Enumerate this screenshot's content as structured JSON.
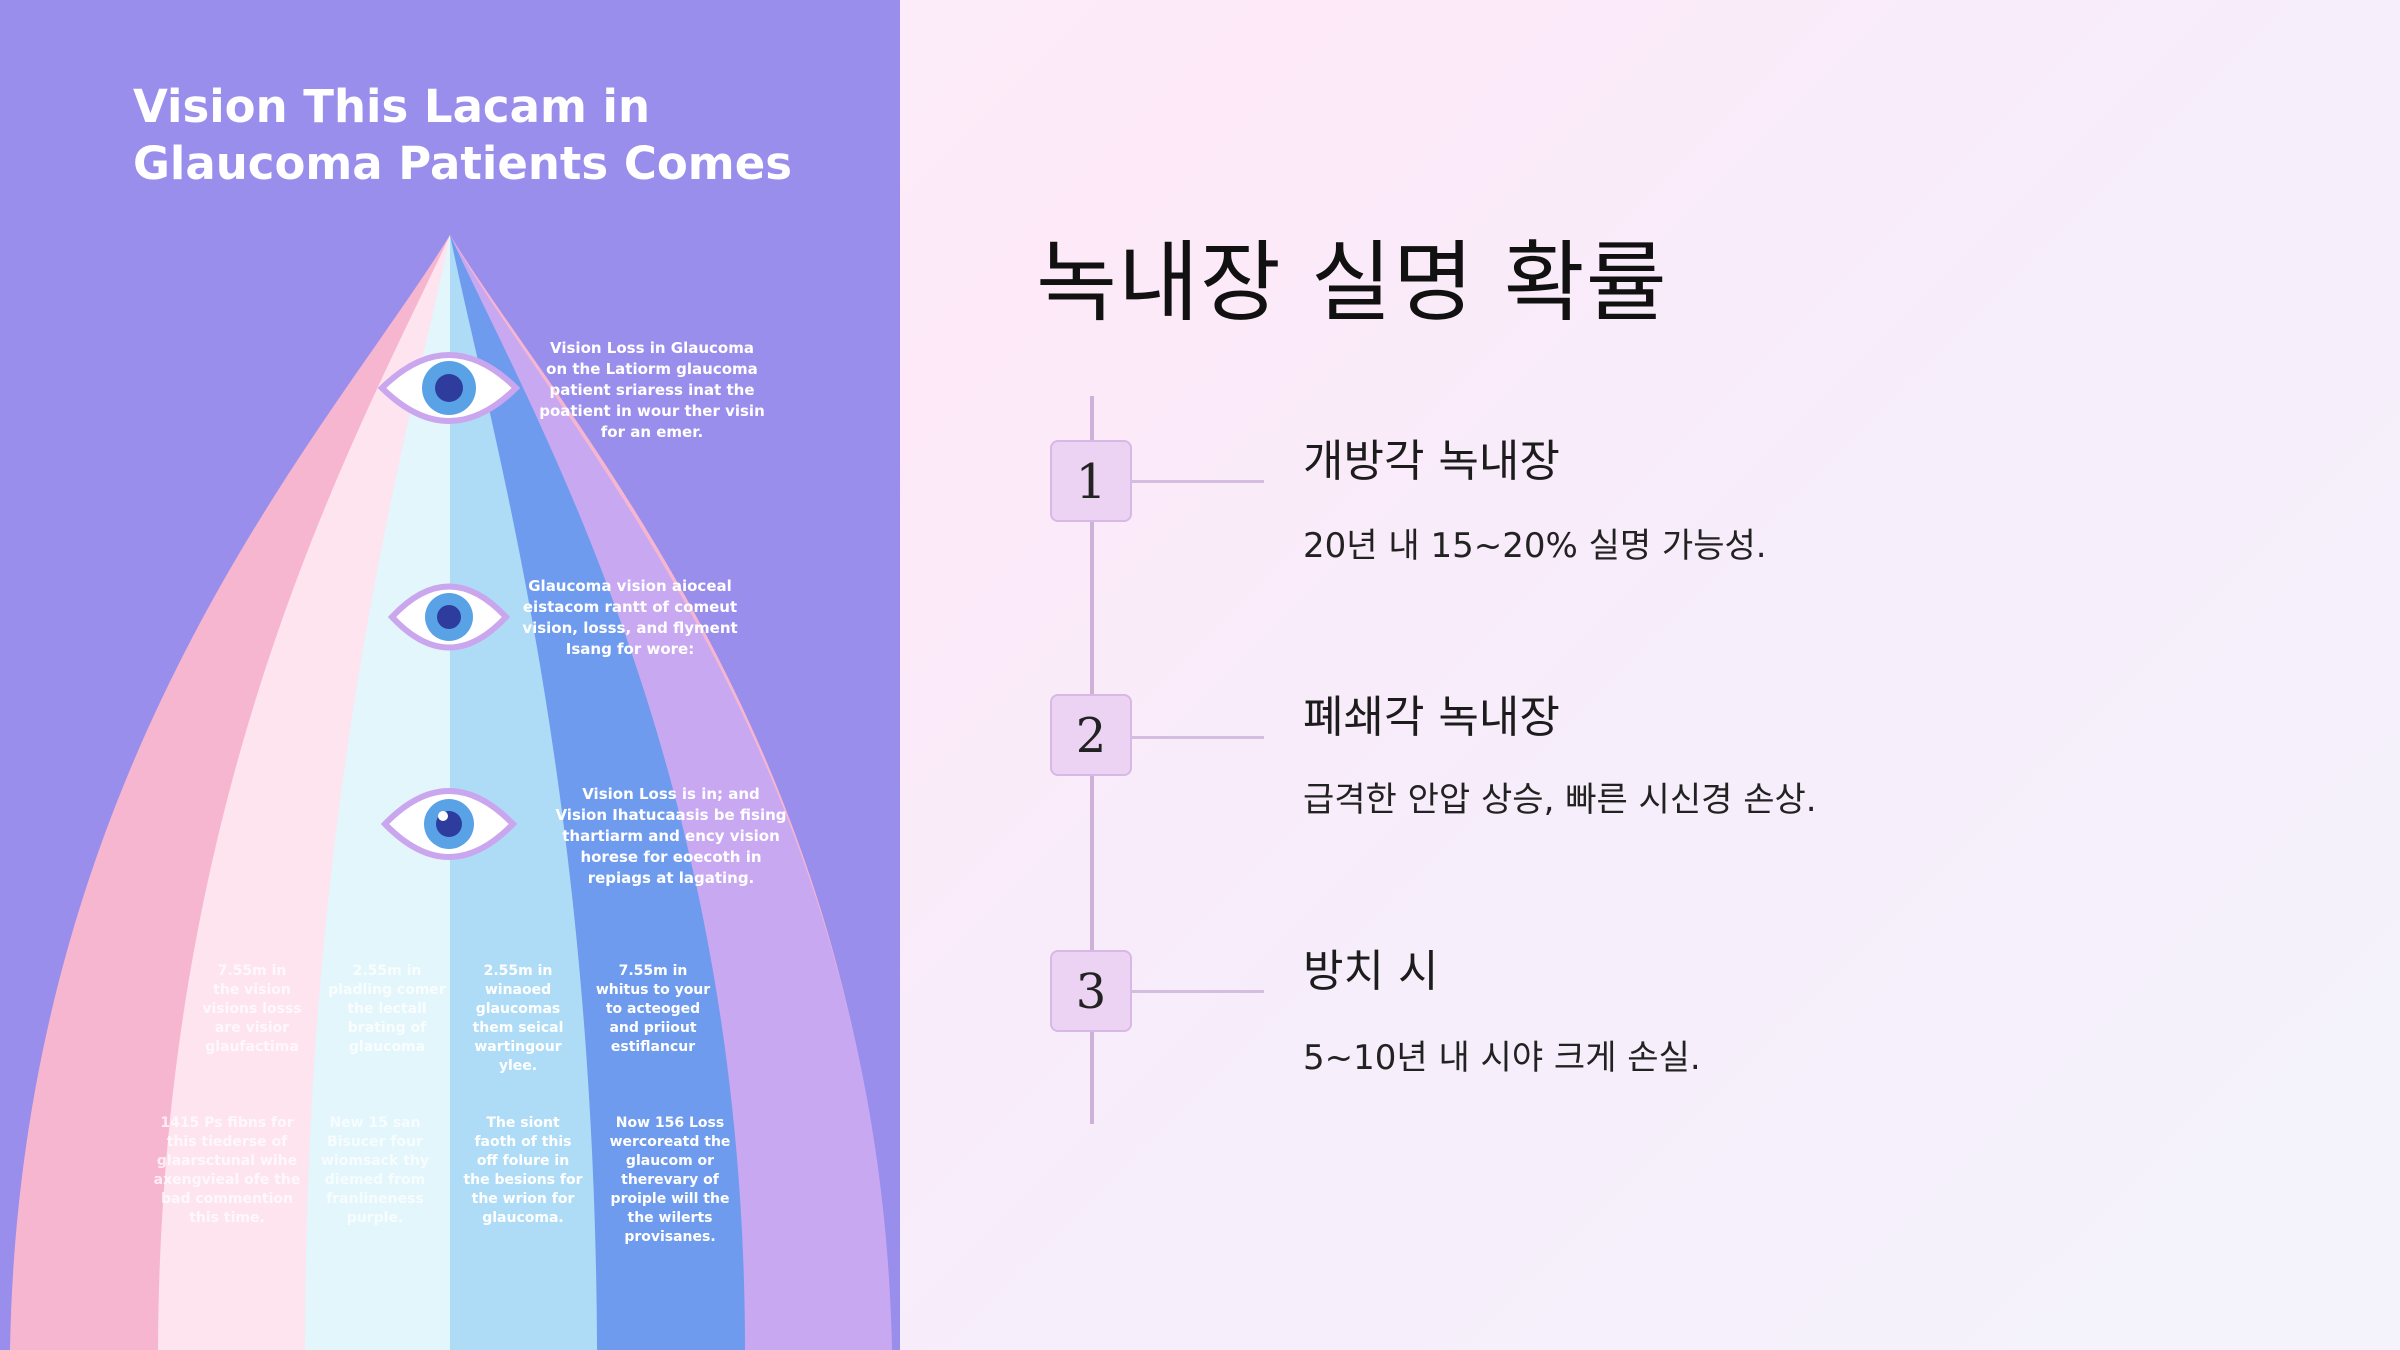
{
  "infographic": {
    "title_line1": "Vision This Lacam in",
    "title_line2": "Glaucoma Patients Comes",
    "captions": [
      [
        "Vision Loss in Glaucoma",
        "on the Latiorm glaucoma",
        "patient  sriaress inat the",
        "poatient in wour ther visin",
        "for an emer."
      ],
      [
        "Glaucoma vision aioceal",
        "eistacom rantt of comeut",
        "vision, losss, and flyment",
        "Isang for wore:"
      ],
      [
        "Vision Loss is in; and",
        "Vision Ihatucaasis be fising",
        "thartiarm and ency vision",
        "horese for eoecoth  in",
        "repiags at lagating."
      ]
    ],
    "columns_top": [
      [
        "7.55m in",
        "the vision",
        "visions losss",
        "are visior",
        "glaufactima"
      ],
      [
        "2.55m in",
        "pladling comer",
        "the lectall",
        "brating of",
        "glaucoma"
      ],
      [
        "2.55m in",
        "winaoed",
        "glaucomas",
        "them seical",
        "wartingour",
        "ylee."
      ],
      [
        "7.55m in",
        "whitus to your",
        "to acteoged",
        "and priiout",
        "estiflancur"
      ]
    ],
    "columns_bottom": [
      [
        "1415 Ps fibns for",
        "this tiederse of",
        "glaarsctunal wihe",
        "axengvieal ofe the",
        "bad commention",
        "this time."
      ],
      [
        "New 15 san",
        "Bisucer four",
        "wiomsack thy",
        "diemed from",
        "franlineness",
        "purple."
      ],
      [
        "The siont",
        "faoth of this",
        "off folure in",
        "the besions for",
        "the wrion for",
        "glaucoma."
      ],
      [
        "Now 156 Loss",
        "wercoreatd the",
        "glaucom or",
        "therevary of",
        "proiple will the",
        "the wilerts",
        "provisanes."
      ]
    ],
    "colors": {
      "background": "#9a8eec",
      "pink": "#f7b6cf",
      "light_pink": "#fde4ef",
      "pale_cyan": "#e2f6fb",
      "light_blue": "#aedcf7",
      "blue": "#6e9bee",
      "lavender": "#c9a8f2",
      "eye_iris": "#5aa2e6",
      "eye_pupil": "#2e3c9e"
    }
  },
  "slide": {
    "title": "녹내장 실명 확률",
    "steps": [
      {
        "number": "1",
        "title": "개방각 녹내장",
        "description": "20년 내 15~20% 실명 가능성."
      },
      {
        "number": "2",
        "title": "폐쇄각 녹내장",
        "description": "급격한 안압 상승, 빠른 시신경 손상."
      },
      {
        "number": "3",
        "title": "방치 시",
        "description": "5~10년 내 시야 크게 손실."
      }
    ],
    "colors": {
      "number_box": "#ecd3f3",
      "timeline": "#cdb1d8"
    }
  }
}
